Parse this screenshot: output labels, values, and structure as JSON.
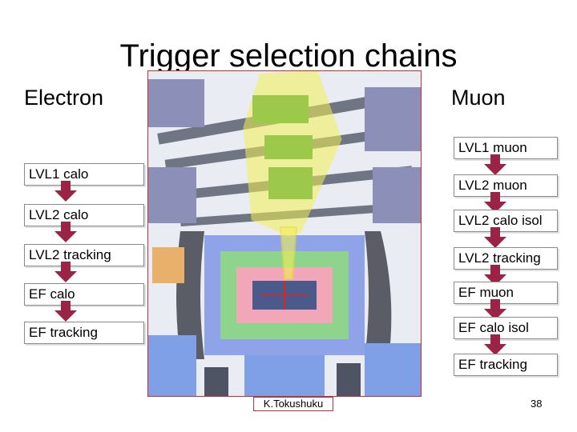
{
  "slide": {
    "title": "Trigger selection chains",
    "electron_label": "Electron",
    "muon_label": "Muon",
    "author": "K.Tokushuku",
    "page_number": "38"
  },
  "electron_chain": [
    "LVL1 calo",
    "LVL2 calo",
    "LVL2 tracking",
    "EF calo",
    "EF tracking"
  ],
  "muon_chain": [
    "LVL1 muon",
    "LVL2 muon",
    "LVL2 calo isol",
    "LVL2 tracking",
    "EF muon",
    "EF calo isol",
    "EF tracking"
  ],
  "colors": {
    "arrow": "#9b2345",
    "highlight": "#f4f055",
    "detector_blue": "#8fa3e8",
    "detector_green": "#8fd48c"
  }
}
